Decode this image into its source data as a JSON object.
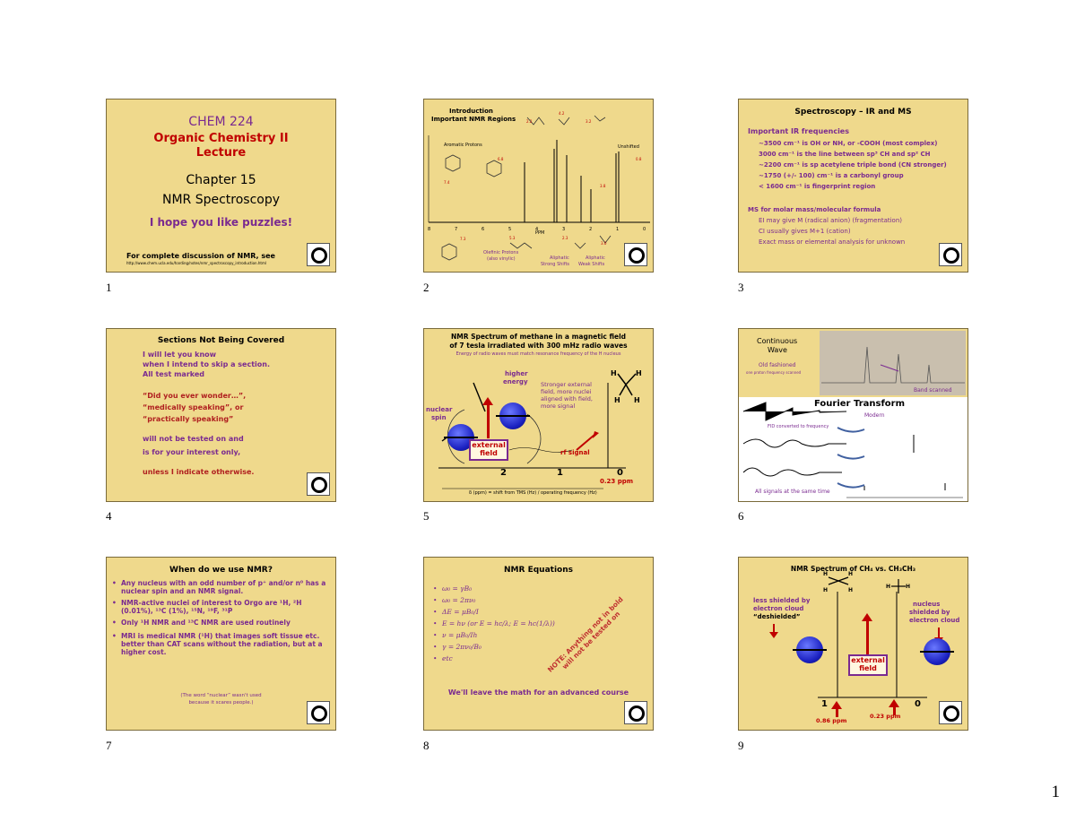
{
  "page_number": "1",
  "slide_numbers": [
    "1",
    "2",
    "3",
    "4",
    "5",
    "6",
    "7",
    "8",
    "9"
  ],
  "s1": {
    "course": "CHEM 224",
    "subtitle1": "Organic Chemistry II",
    "subtitle2": "Lecture",
    "chapter": "Chapter 15",
    "topic": "NMR Spectroscopy",
    "tagline": "I hope you like puzzles!",
    "footer": "For complete discussion of NMR, see",
    "footer_url": "http://www.chem.ucla.edu/harding/notes/nmr_spectroscopy_introduction.html"
  },
  "s2": {
    "title1": "Introduction",
    "title2": "Important NMR Regions",
    "aromatic": "Aromatic Protons",
    "unshifted": "Unshifted",
    "ppm": "PPM",
    "lbl_olefinic": "Olefinic Protons",
    "lbl_olefinic2": "(also vinylic)",
    "lbl_alkyl_strong": "Aliphatic",
    "lbl_alkyl_strong2": "Strong Shifts",
    "lbl_alkyl_weak": "Aliphatic",
    "lbl_alkyl_weak2": "Weak Shifts",
    "axis": [
      "8",
      "7",
      "6",
      "5",
      "4",
      "3",
      "2",
      "1",
      "0"
    ]
  },
  "s3": {
    "title": "Spectroscopy – IR and MS",
    "ir_head": "Important IR frequencies",
    "ir": [
      "~3500 cm⁻¹ is OH or NH, or -COOH (most complex)",
      "3000 cm⁻¹ is the line between sp³ CH and sp² CH",
      "~2200 cm⁻¹ is sp acetylene triple bond (CN stronger)",
      "~1750 (+/- 100) cm⁻¹ is a carbonyl group",
      "< 1600 cm⁻¹ is fingerprint region"
    ],
    "ms_head": "MS for molar mass/molecular formula",
    "ms": [
      "EI may give M (radical anion) (fragmentation)",
      "CI usually gives M+1 (cation)",
      "Exact mass or elemental analysis for unknown"
    ]
  },
  "s4": {
    "title": "Sections Not Being Covered",
    "lines1": [
      "I will let you know",
      "when I intend to skip a section.",
      "All test marked"
    ],
    "lines2": [
      "“Did you ever wonder…”,",
      "“medically speaking”, or",
      "“practically speaking”"
    ],
    "lines3": [
      "will not be tested on and",
      "is for your interest only,"
    ],
    "last": "unless I indicate otherwise."
  },
  "s5": {
    "title1": "NMR Spectrum of methane in a magnetic field",
    "title2": "of 7 tesla irradiated with 300 mHz radio waves",
    "subtitle": "Energy of radio waves must match resonance frequency of the H nucleus",
    "higher": "higher",
    "energy": "energy",
    "nuclear": "nuclear",
    "spin": "spin",
    "stronger": [
      "Stronger external",
      "field, more nuclei",
      "aligned with field,",
      "more signal"
    ],
    "external": "external",
    "field": "field",
    "rf": "rf signal",
    "ppm_val": "0.23 ppm",
    "axis": [
      "2",
      "1",
      "0"
    ],
    "formula": "δ (ppm) = shift from TMS (Hz) / operating frequency (Hz)"
  },
  "s6": {
    "continuous": "Continuous",
    "wave": "Wave",
    "old": "Old fashioned",
    "old2": "one proton frequency scanned",
    "fourier": "Fourier Transform",
    "band": "Band scanned",
    "modern": "Modern",
    "fid": "FID converted to frequency",
    "all": "All signals at the same time"
  },
  "s7": {
    "title": "When do we use NMR?",
    "bullets": [
      "Any nucleus with an odd number of p⁺ and/or n⁰ has a nuclear spin and an NMR signal.",
      "NMR-active nuclei of interest to Orgo are ¹H, ²H (0.01%), ¹³C (1%), ¹⁵N, ¹⁹F, ³¹P",
      "Only ¹H NMR and ¹³C NMR are used routinely",
      "MRI is medical NMR (¹H) that images soft tissue etc. better than CAT scans without the radiation, but at a higher cost."
    ],
    "note1": "(The word “nuclear” wasn't used",
    "note2": "because it scares people.)"
  },
  "s8": {
    "title": "NMR Equations",
    "eqs": [
      "ω₀ = γB₀",
      "ω₀ = 2πν₀",
      "ΔE = μB₀/I",
      "E = hν  (or E = hc/λ; E = hc(1/λ))",
      "ν = μB₀/Ih",
      "γ = 2πν₀/B₀",
      "etc"
    ],
    "note": "NOTE: Anything not in bold will not be tested on",
    "footer": "We'll leave the math for an advanced course"
  },
  "s9": {
    "title": "NMR Spectrum of CH₄ vs. CH₃CH₃",
    "left": [
      "less shielded by",
      "electron cloud",
      "“deshielded”"
    ],
    "right": [
      "nucleus",
      "shielded by",
      "electron cloud"
    ],
    "external": "external",
    "field": "field",
    "ppm1": "0.86 ppm",
    "ppm2": "0.23 ppm",
    "ax1": "1",
    "ax0": "0"
  }
}
